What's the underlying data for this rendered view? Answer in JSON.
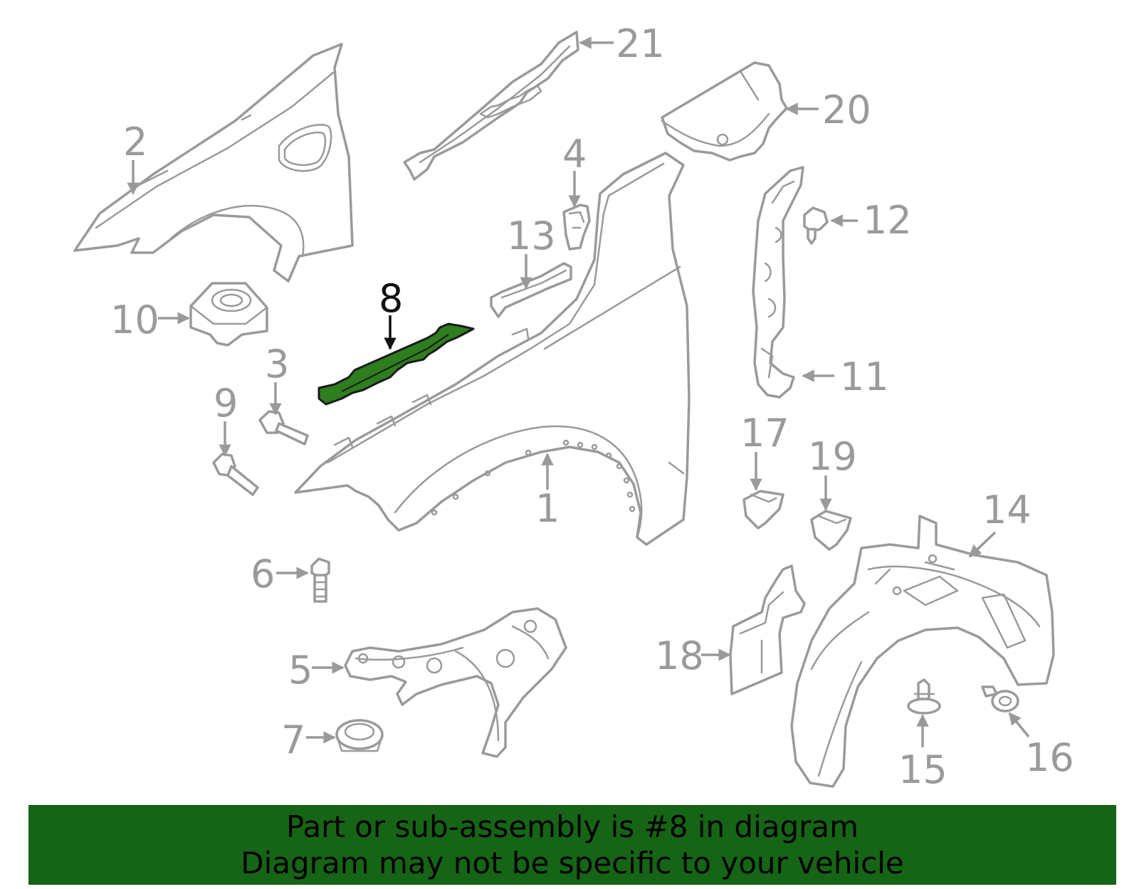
{
  "colors": {
    "part_stroke": "#9a9a9a",
    "highlight_fill": "#2e7d1e",
    "banner_bg": "#166416",
    "banner_text": "#000000"
  },
  "callouts": {
    "c1": "1",
    "c2": "2",
    "c3": "3",
    "c4": "4",
    "c5": "5",
    "c6": "6",
    "c7": "7",
    "c8": "8",
    "c9": "9",
    "c10": "10",
    "c11": "11",
    "c12": "12",
    "c13": "13",
    "c14": "14",
    "c15": "15",
    "c16": "16",
    "c17": "17",
    "c18": "18",
    "c19": "19",
    "c20": "20",
    "c21": "21"
  },
  "highlighted_part": "8",
  "banner": {
    "line1": "Part or sub-assembly is #8 in diagram",
    "line2": "Diagram may not be specific to your vehicle"
  }
}
